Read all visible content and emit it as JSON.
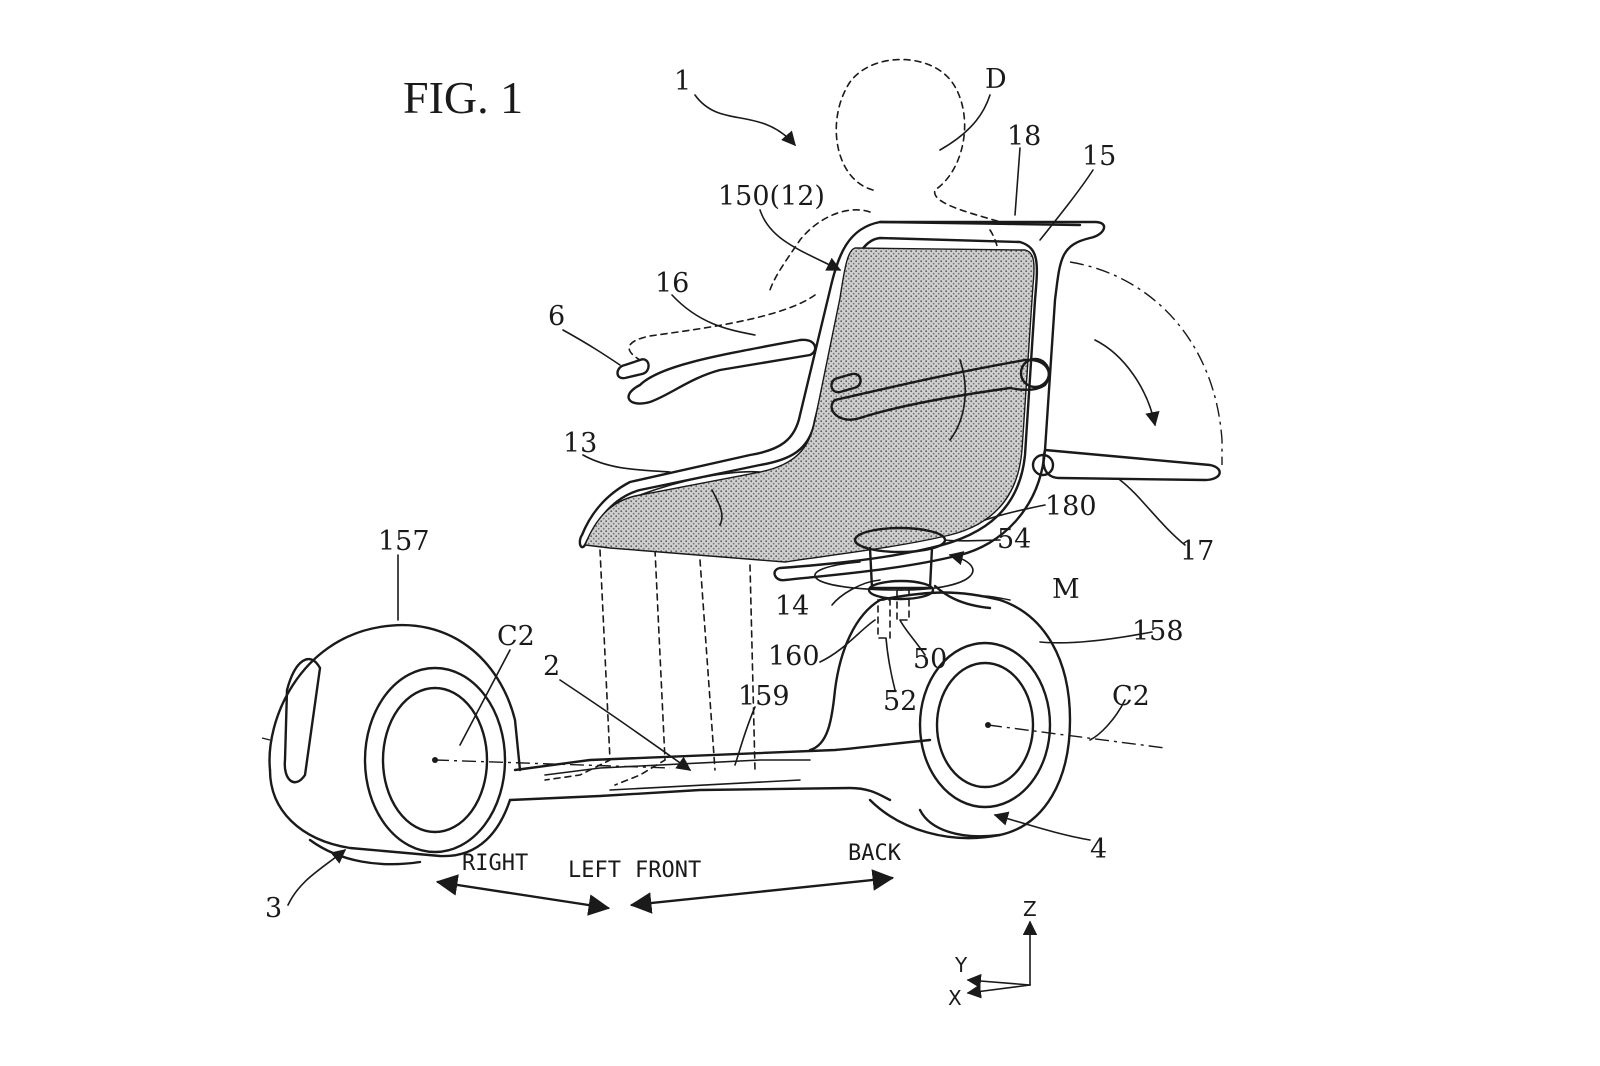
{
  "figure_title": "FIG. 1",
  "labels": {
    "vehicle": "1",
    "rider": "D",
    "seat_frame": "18",
    "backrest": "15",
    "seat_member": "150(12)",
    "armrest": "16",
    "joystick": "6",
    "seat_cushion": "13",
    "front_hood": "157",
    "rear_axis": "C2",
    "front_axis": "C2",
    "floor": "2",
    "footboard": "159",
    "rear_hood": "158",
    "rear_wheel_unit": "4",
    "front_wheel_unit": "3",
    "rotary_motor": "M",
    "support_column": "14",
    "stem": "160",
    "sensor_a": "50",
    "sensor_b": "52",
    "sensor_c": "54",
    "hinge": "180",
    "rear_plate": "17"
  },
  "directions": {
    "right": "RIGHT",
    "left": "LEFT",
    "front": "FRONT",
    "back": "BACK"
  },
  "axes": {
    "z": "Z",
    "y": "Y",
    "x": "X"
  }
}
